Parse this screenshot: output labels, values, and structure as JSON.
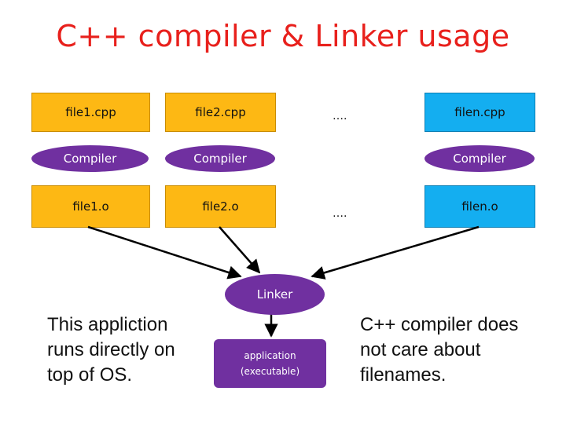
{
  "title": "C++ compiler & Linker usage",
  "sources": [
    "file1.cpp",
    "file2.cpp",
    "filen.cpp"
  ],
  "compilers": [
    "Compiler",
    "Compiler",
    "Compiler"
  ],
  "objects": [
    "file1.o",
    "file2.o",
    "filen.o"
  ],
  "ellipsis": "….",
  "linker": "Linker",
  "application": "application\n(executable)",
  "note_left": "This appliction runs directly on top of OS.",
  "note_right": "C++ compiler does not care about filenames.",
  "colors": {
    "title": "#e8201c",
    "source_box": "#fdb814",
    "object_box_orange": "#fdb814",
    "object_box_blue": "#14aef0",
    "purple": "#7030a0"
  }
}
